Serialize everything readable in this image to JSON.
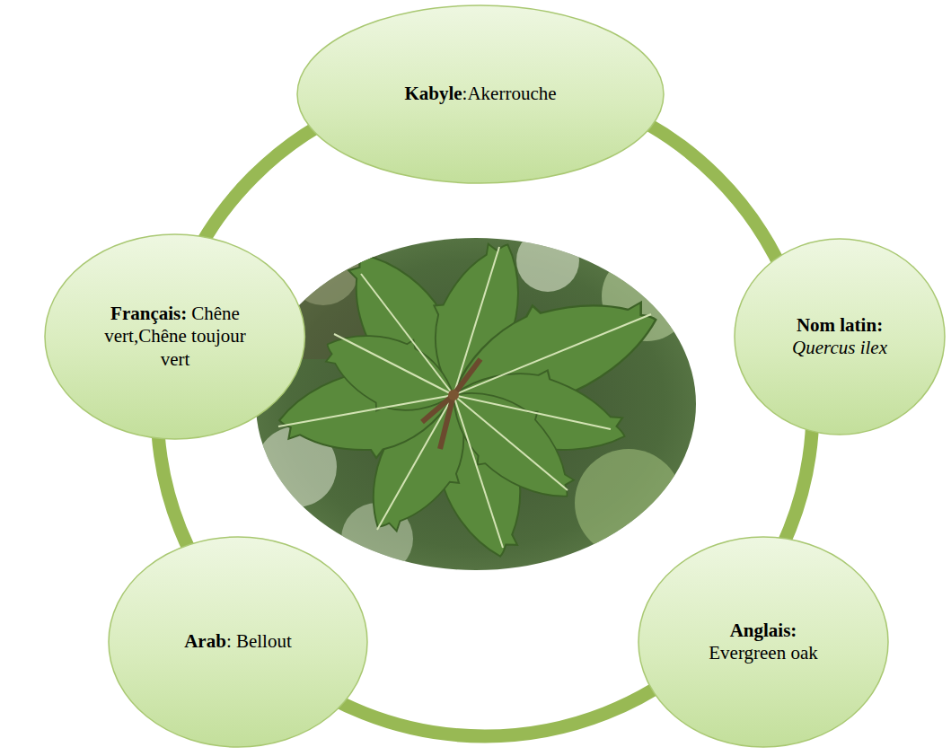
{
  "diagram": {
    "nodes": [
      {
        "text": [
          "Kabyle",
          ":Akerrouche"
        ]
      },
      {
        "text": [
          "Nom latin:",
          "Quercus ilex"
        ]
      },
      {
        "text": [
          "Anglais:",
          "Evergreen oak"
        ]
      },
      {
        "text": [
          "Arab",
          ": Bellout"
        ]
      },
      {
        "text": [
          "Français:",
          "Chêne vert,Chêne toujour vert"
        ]
      }
    ],
    "edges": []
  }
}
